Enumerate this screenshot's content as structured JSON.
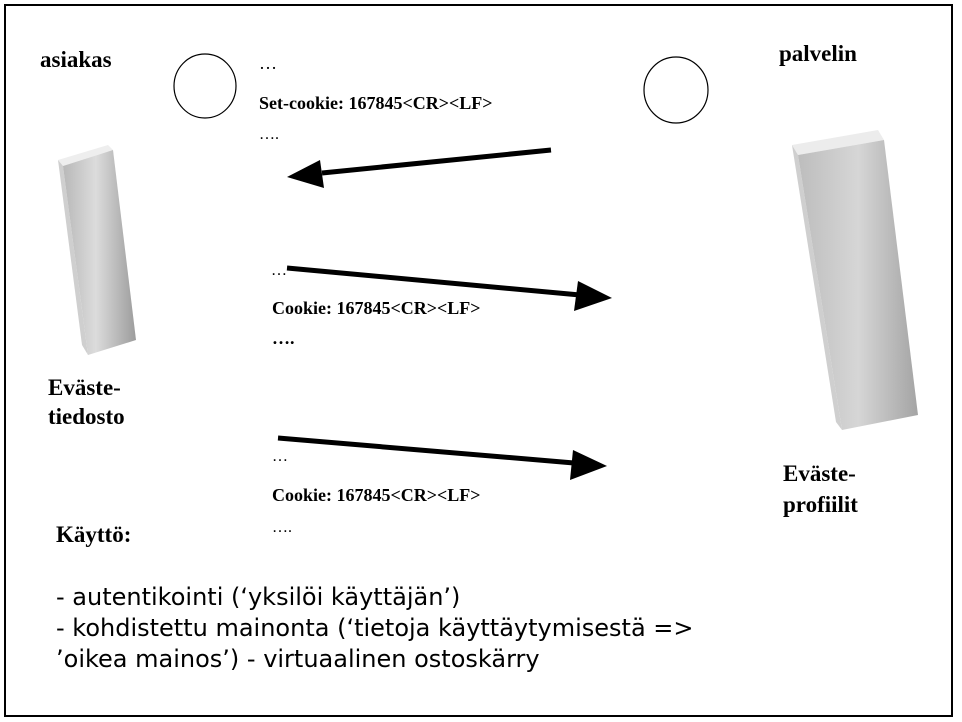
{
  "client": {
    "label": "asiakas"
  },
  "server": {
    "label": "palvelin"
  },
  "cookie_file": {
    "line1": "Eväste-",
    "line2": "tiedosto"
  },
  "cookie_profiles": {
    "line1": "Eväste-",
    "line2": "profiilit"
  },
  "messages": [
    {
      "before": "…",
      "text": "Set-cookie: 167845<CR><LF>",
      "after": "…."
    },
    {
      "before": "…",
      "text": "Cookie: 167845<CR><LF>",
      "after": "…."
    },
    {
      "before": "…",
      "text": "Cookie: 167845<CR><LF>",
      "after": "…."
    }
  ],
  "usage": {
    "heading": "Käyttö:",
    "line1": "- autentikointi  (‘yksilöi käyttäjän’)",
    "line2": "- kohdistettu mainonta  (‘tietoja käyttäytymisestä =>",
    "line3": "’oikea mainos’)   - virtuaalinen ostoskärry"
  },
  "colors": {
    "arrow": "#000000",
    "block_light": "#e6e6e6",
    "block_dark": "#9a9a9a"
  }
}
